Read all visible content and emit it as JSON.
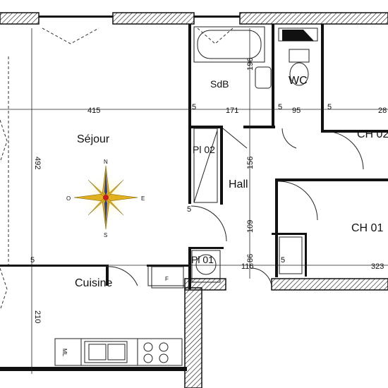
{
  "rooms": {
    "sejour": "Séjour",
    "sdb": "SdB",
    "wc": "WC",
    "ch02": "CH 02",
    "ch01": "CH 01",
    "hall": "Hall",
    "pl02": "Pl 02",
    "pl01": "Pl 01",
    "cuisine": "Cuisine"
  },
  "dimensions": {
    "d415": "415",
    "d171": "171",
    "d95": "95",
    "d28": "28",
    "d492": "492",
    "d196": "196",
    "d156": "156",
    "d109": "109",
    "d86": "86",
    "d116": "116",
    "d323": "323",
    "d210": "210",
    "d5a": "5",
    "d5b": "5",
    "d5c": "5",
    "d5d": "5",
    "d5e": "5",
    "d5f": "5"
  },
  "compass": {
    "n": "N",
    "e": "E",
    "s": "S",
    "o": "O"
  },
  "fixtures": {
    "ml": "ML",
    "fridge": "F"
  },
  "colors": {
    "wall": "#111111",
    "compass_gold": "#e0b020",
    "compass_blue": "#2a3f8f"
  }
}
